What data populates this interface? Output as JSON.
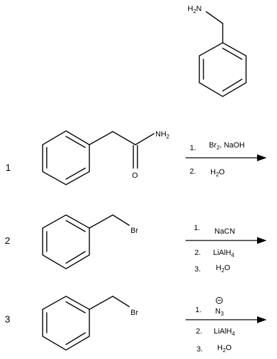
{
  "product": {
    "amine_label": "H2N"
  },
  "reactions": [
    {
      "number": "1",
      "substituent_label": "NH2",
      "oxygen_label": "O",
      "steps": [
        {
          "index": "1.",
          "reagent": "Br2, NaOH"
        },
        {
          "index": "2.",
          "reagent": "H2O"
        }
      ]
    },
    {
      "number": "2",
      "substituent_label": "Br",
      "steps": [
        {
          "index": "1.",
          "reagent": "NaCN"
        },
        {
          "index": "2.",
          "reagent": "LiAlH4"
        },
        {
          "index": "3.",
          "reagent": "H2O"
        }
      ]
    },
    {
      "number": "3",
      "substituent_label": "Br",
      "steps": [
        {
          "index": "1.",
          "reagent": "N3",
          "charge": "−"
        },
        {
          "index": "2.",
          "reagent": "LiAlH4"
        },
        {
          "index": "3.",
          "reagent": "H2O"
        }
      ]
    }
  ]
}
